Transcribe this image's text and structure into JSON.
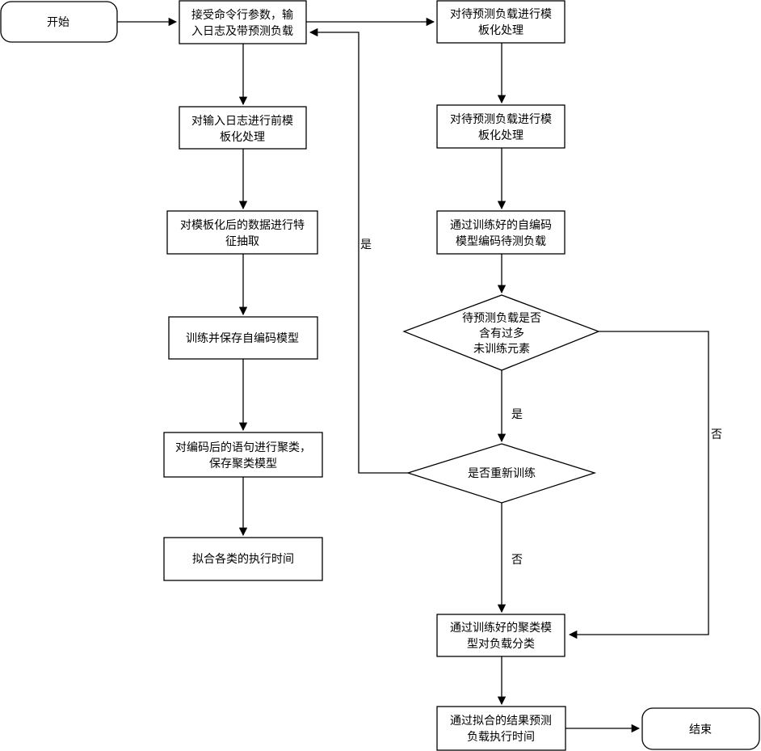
{
  "nodes": {
    "start": "开始",
    "recv_params": [
      "接受命令行参数，输",
      "入日志及带预测负载"
    ],
    "pre_template": [
      "对输入日志进行前模",
      "板化处理"
    ],
    "feature_extract": [
      "对模板化后的数据进行特",
      "征抽取"
    ],
    "train_save_ae": "训练并保存自编码模型",
    "cluster_save": [
      "对编码后的语句进行聚类，",
      "保存聚类模型"
    ],
    "fit_exec_time": "拟合各类的执行时间",
    "template_load_1": [
      "对待预测负载进行模",
      "板化处理"
    ],
    "template_load_2": [
      "对待预测负载进行模",
      "板化处理"
    ],
    "encode_load": [
      "通过训练好的自编码",
      "模型编码待测负载"
    ],
    "decision_untrained": [
      "待预测负载是否",
      "含有过多",
      "未训练元素"
    ],
    "decision_retrain": "是否重新训练",
    "classify_load": [
      "通过训练好的聚类模",
      "型对负载分类"
    ],
    "predict_time": [
      "通过拟合的结果预测",
      "负载执行时间"
    ],
    "end": "结束"
  },
  "edge_labels": {
    "retrain_yes": "是",
    "untrained_yes": "是",
    "untrained_no": "否",
    "retrain_no": "否"
  }
}
